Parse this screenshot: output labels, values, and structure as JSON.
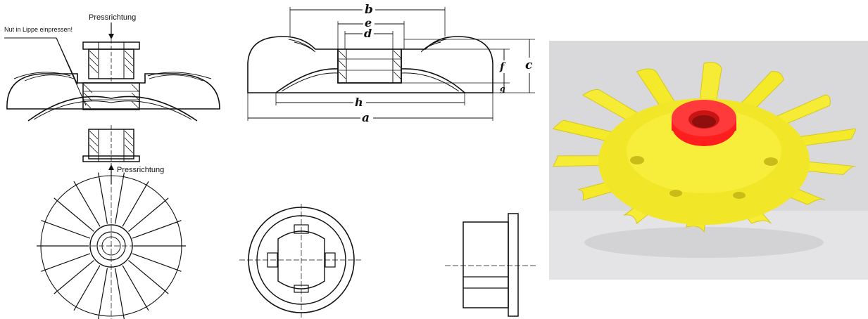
{
  "labels": {
    "press_direction_top": "Pressrichtung",
    "press_direction_bottom": "Pressrichtung",
    "groove_note": "Nut in Lippe einpressen!"
  },
  "dimensions": {
    "a": "a",
    "b": "b",
    "c": "c",
    "d": "d",
    "e": "e",
    "f": "f",
    "g": "g",
    "h": "h"
  },
  "colors": {
    "line": "#111111",
    "fan_yellow": "#f4ea2a",
    "fan_yellow_shadow": "#d6c81a",
    "hub_red": "#ff1e1e",
    "photo_background": "#d9d9dc"
  }
}
